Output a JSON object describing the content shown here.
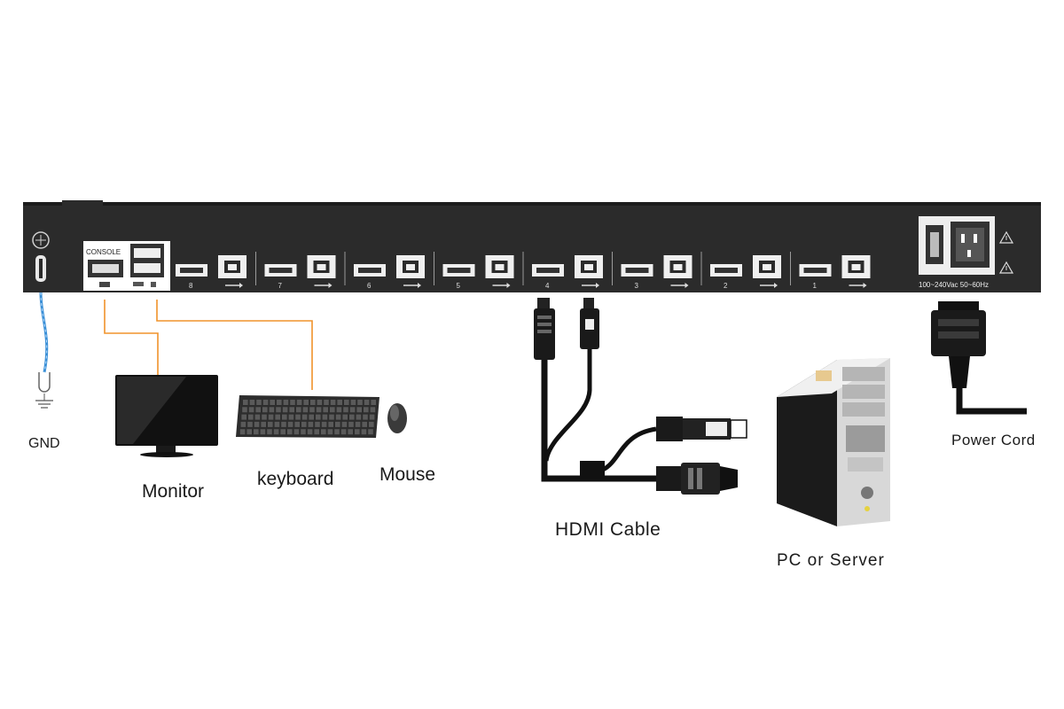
{
  "panel": {
    "console_label": "CONSOLE",
    "ports": [
      {
        "number": "8"
      },
      {
        "number": "7"
      },
      {
        "number": "6"
      },
      {
        "number": "5"
      },
      {
        "number": "4"
      },
      {
        "number": "3"
      },
      {
        "number": "2"
      },
      {
        "number": "1"
      }
    ],
    "power_rating": "100~240Vac 50~60Hz"
  },
  "labels": {
    "gnd": "GND",
    "monitor": "Monitor",
    "keyboard": "keyboard",
    "mouse": "Mouse",
    "hdmi_cable": "HDMI Cable",
    "pc_server": "PC or Server",
    "power_cord": "Power Cord"
  },
  "colors": {
    "panel": "#2b2b2b",
    "console_wire": "#f0932b",
    "ground_wire": "#3a8fd6"
  },
  "icons": [
    "ground-screw-icon",
    "hdmi-port-icon",
    "usb-b-port-icon",
    "usb-symbol-icon",
    "power-switch-icon",
    "power-inlet-icon",
    "warning-icon"
  ]
}
